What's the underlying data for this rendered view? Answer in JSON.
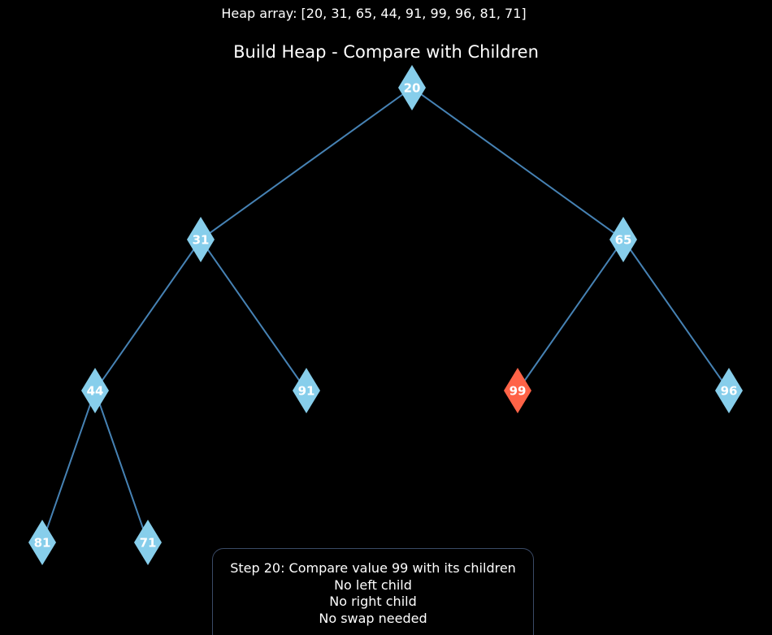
{
  "heap_array_text": "Heap array: [20, 31, 65, 44, 91, 99, 96, 81, 71]",
  "title": "Build Heap - Compare with Children",
  "colors": {
    "background": "#000000",
    "node_default": "#87ceeb",
    "node_highlight": "#ff6347",
    "edge": "#4682b4",
    "text": "#ffffff",
    "box_border": "#3a4a66"
  },
  "nodes": [
    {
      "index": 0,
      "value": "20",
      "highlight": false
    },
    {
      "index": 1,
      "value": "31",
      "highlight": false
    },
    {
      "index": 2,
      "value": "65",
      "highlight": false
    },
    {
      "index": 3,
      "value": "44",
      "highlight": false
    },
    {
      "index": 4,
      "value": "91",
      "highlight": false
    },
    {
      "index": 5,
      "value": "99",
      "highlight": true
    },
    {
      "index": 6,
      "value": "96",
      "highlight": false
    },
    {
      "index": 7,
      "value": "81",
      "highlight": false
    },
    {
      "index": 8,
      "value": "71",
      "highlight": false
    }
  ],
  "step": {
    "lines": [
      "Step 20: Compare value 99 with its children",
      "No left child",
      "No right child",
      "No swap needed"
    ]
  }
}
